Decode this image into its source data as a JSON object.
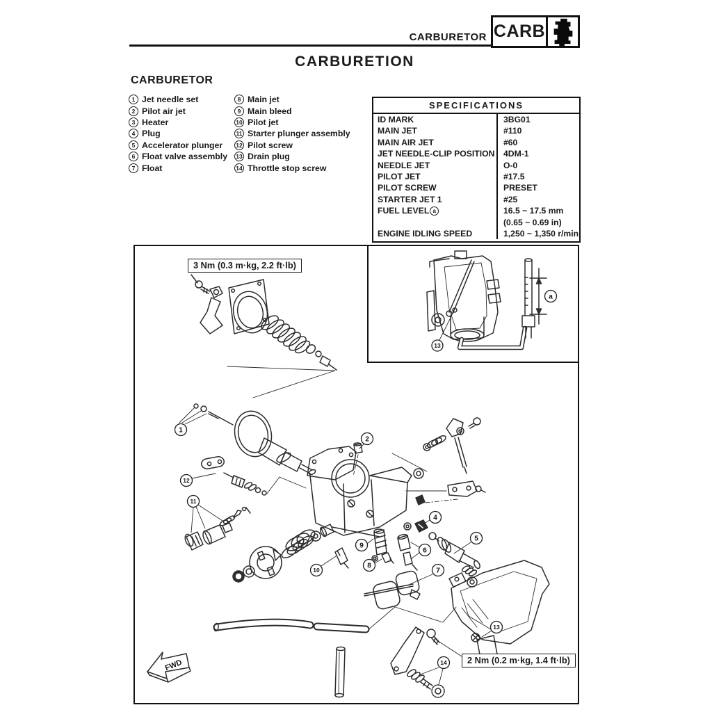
{
  "header": {
    "running_title": "CARBURETOR",
    "tab_label": "CARB",
    "tab_icon": "carburetor-silhouette-icon"
  },
  "page_title": "CARBURETION",
  "section_title": "CARBURETOR",
  "parts_list": {
    "col1": [
      {
        "num": "1",
        "label": "Jet needle set"
      },
      {
        "num": "2",
        "label": "Pilot air jet"
      },
      {
        "num": "3",
        "label": "Heater"
      },
      {
        "num": "4",
        "label": "Plug"
      },
      {
        "num": "5",
        "label": "Accelerator plunger"
      },
      {
        "num": "6",
        "label": "Float valve assembly"
      },
      {
        "num": "7",
        "label": "Float"
      }
    ],
    "col2": [
      {
        "num": "8",
        "label": "Main jet"
      },
      {
        "num": "9",
        "label": "Main bleed"
      },
      {
        "num": "10",
        "label": "Pilot jet"
      },
      {
        "num": "11",
        "label": "Starter plunger assembly"
      },
      {
        "num": "12",
        "label": "Pilot screw"
      },
      {
        "num": "13",
        "label": "Drain plug"
      },
      {
        "num": "14",
        "label": "Throttle stop screw"
      }
    ]
  },
  "specs": {
    "title": "SPECIFICATIONS",
    "rows": [
      {
        "label": "ID MARK",
        "value": "3BG01"
      },
      {
        "label": "MAIN JET",
        "value": "#110"
      },
      {
        "label": "MAIN AIR JET",
        "value": "#60"
      },
      {
        "label": "JET NEEDLE-CLIP POSITION",
        "value": "4DM-1"
      },
      {
        "label": "NEEDLE JET",
        "value": "O-0"
      },
      {
        "label": "PILOT JET",
        "value": "#17.5"
      },
      {
        "label": "PILOT SCREW",
        "value": "PRESET"
      },
      {
        "label": "STARTER JET 1",
        "value": "#25"
      },
      {
        "label": "FUEL LEVEL",
        "label_ref": "a",
        "value": "16.5 ~ 17.5 mm",
        "value_line2": "(0.65 ~ 0.69 in)"
      },
      {
        "label": "ENGINE IDLING SPEED",
        "value": "1,250 ~ 1,350 r/min"
      }
    ]
  },
  "diagram": {
    "torque_note_top": "3 Nm (0.3 m·kg, 2.2 ft·lb)",
    "torque_note_bottom": "2 Nm (0.2 m·kg, 1.4 ft·lb)",
    "fwd_label": "FWD",
    "inset": {
      "fuel_level_ref": "a",
      "drain_plug_callout": "13"
    },
    "callouts": {
      "c1": "1",
      "c2": "2",
      "c4": "4",
      "c5": "5",
      "c6": "6",
      "c7": "7",
      "c8": "8",
      "c9": "9",
      "c10": "10",
      "c11": "11",
      "c12": "12",
      "c13": "13",
      "c14": "14"
    }
  },
  "colors": {
    "ink": "#1a1a1a",
    "paper": "#ffffff"
  }
}
